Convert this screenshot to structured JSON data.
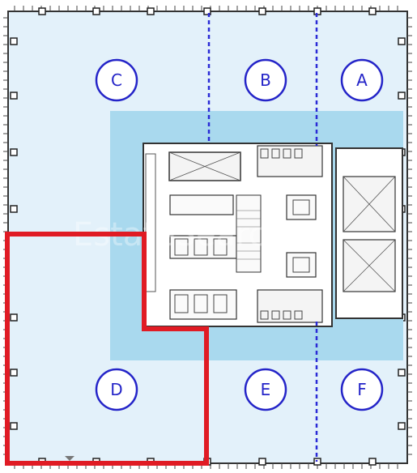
{
  "watermark": "EstateSearch",
  "zones": [
    {
      "id": "A",
      "label": "A"
    },
    {
      "id": "B",
      "label": "B"
    },
    {
      "id": "C",
      "label": "C"
    },
    {
      "id": "D",
      "label": "D"
    },
    {
      "id": "E",
      "label": "E"
    },
    {
      "id": "F",
      "label": "F"
    }
  ],
  "colors": {
    "floor_fill": "#e3f1fa",
    "core_fill": "#a9d9ee",
    "wall": "#333333",
    "zone_divider": "#2a2ad6",
    "zone_label": "#2424c8",
    "highlight": "#e01b24"
  },
  "highlighted_zone": "D"
}
